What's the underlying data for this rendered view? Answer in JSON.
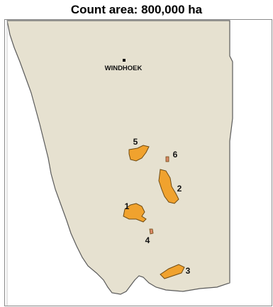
{
  "title": "Count area: 800,000 ha",
  "map": {
    "capital_label": "WINDHOEK",
    "land_color": "#e6e1d0",
    "border_color": "#5a5a5a",
    "frame_color": "#8a8a8a",
    "area_fill": "#f0a22e",
    "area_stroke": "#6e4a12",
    "small_area_fill": "#d98866",
    "areas": [
      {
        "label": "1"
      },
      {
        "label": "2"
      },
      {
        "label": "3"
      },
      {
        "label": "4"
      },
      {
        "label": "5"
      },
      {
        "label": "6"
      }
    ]
  }
}
